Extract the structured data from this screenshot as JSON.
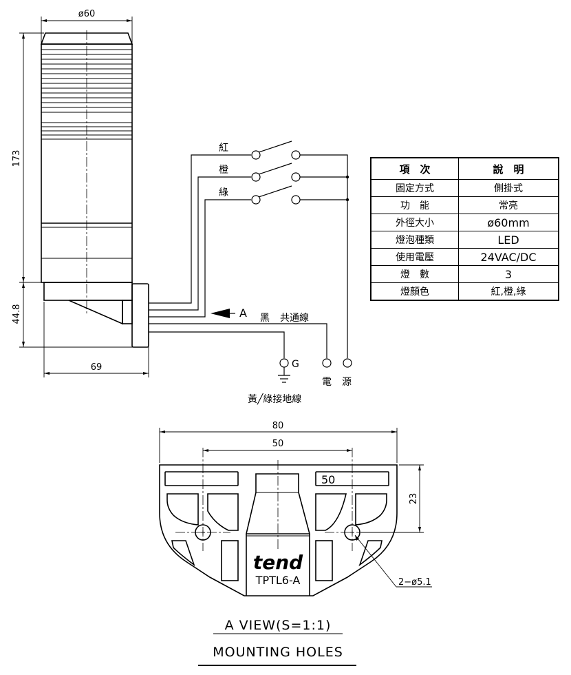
{
  "dimensions": {
    "diameter": "ø60",
    "height": "173",
    "base_height": "44.8",
    "depth": "69",
    "mount_width": "80",
    "hole_spacing": "50",
    "hole_spacing_inner": "50",
    "hole_offset": "23",
    "holes": "2−ø5.1"
  },
  "wiring": {
    "red": "紅",
    "orange": "橙",
    "green": "綠",
    "arrow_label": "A",
    "black": "黑",
    "common": "共通線",
    "ground_terminal": "G",
    "power_1": "電",
    "power_2": "源",
    "ground_wire": "黃╱綠接地線"
  },
  "mount": {
    "brand": "tend",
    "model": "TPTL6-A"
  },
  "captions": {
    "view": "A VIEW(S=1:1)",
    "mounting": "MOUNTING HOLES"
  },
  "spec_table": {
    "headers": [
      "項　次",
      "說　明"
    ],
    "rows": [
      [
        "固定方式",
        "側掛式"
      ],
      [
        "功　能",
        "常亮"
      ],
      [
        "外徑大小",
        "ø60mm"
      ],
      [
        "燈泡種類",
        "LED"
      ],
      [
        "使用電壓",
        "24VAC/DC"
      ],
      [
        "燈　數",
        "3"
      ],
      [
        "燈顏色",
        "紅,橙,綠"
      ]
    ]
  }
}
